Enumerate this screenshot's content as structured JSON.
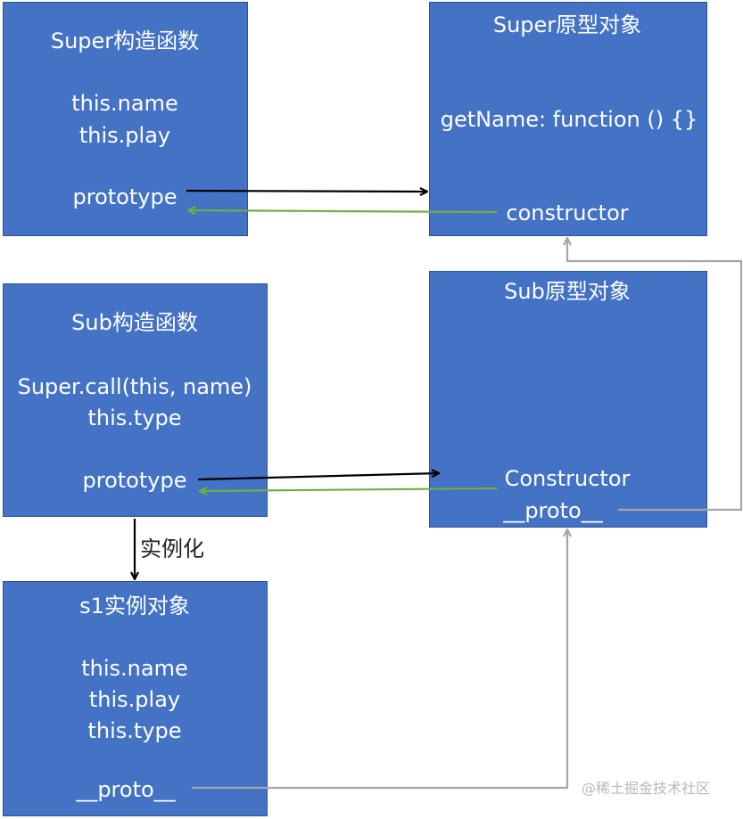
{
  "super_constructor": {
    "title": "Super构造函数",
    "line1": "this.name",
    "line2": "this.play",
    "prototype": "prototype"
  },
  "super_prototype": {
    "title": "Super原型对象",
    "method": "getName: function () {}",
    "constructor": "constructor"
  },
  "sub_constructor": {
    "title": "Sub构造函数",
    "line1": "Super.call(this, name)",
    "line2": "this.type",
    "prototype": "prototype"
  },
  "sub_prototype": {
    "title": "Sub原型对象",
    "constructor": "Constructor",
    "proto": "__proto__"
  },
  "instance": {
    "title": "s1实例对象",
    "line1": "this.name",
    "line2": "this.play",
    "line3": "this.type",
    "proto": "__proto__"
  },
  "instantiate_label": "实例化",
  "watermark": "@稀土掘金技术社区",
  "colors": {
    "box_fill": "#4472C4",
    "box_border": "#2F528F",
    "prototype_arrow": "#000000",
    "constructor_arrow": "#70AD47",
    "proto_arrow": "#A6A6A6"
  }
}
